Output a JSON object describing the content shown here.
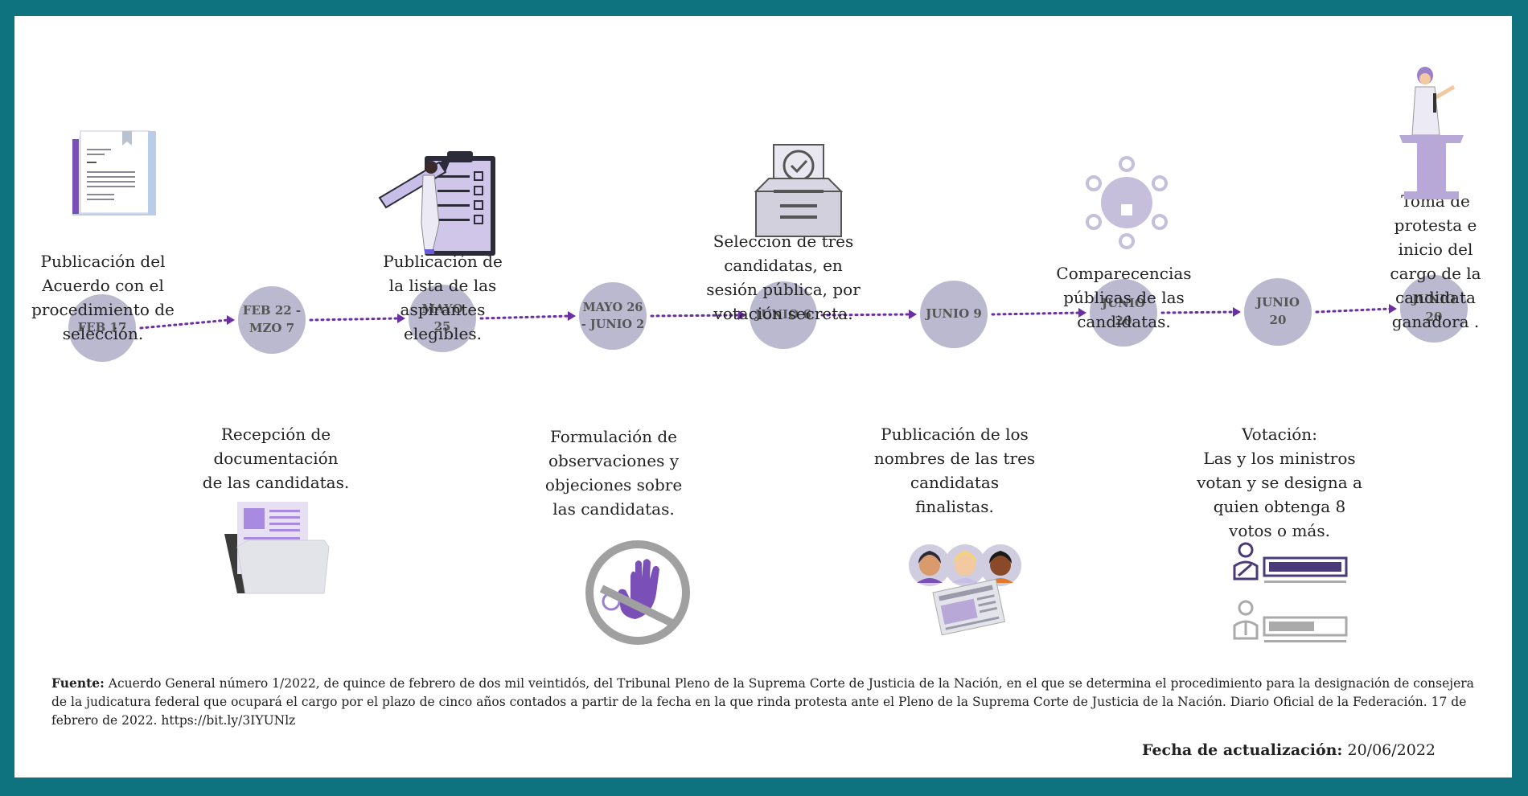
{
  "colors": {
    "frame": "#0e727f",
    "node": "#bbb9cf",
    "node_text": "#555555",
    "arrow": "#6b2ea3",
    "accent_purple": "#7b4fb8",
    "light_purple": "#b7a8d8"
  },
  "timeline": {
    "nodes": [
      {
        "date": "FEB 17",
        "label": "Publicación del\nAcuerdo  con el\nprocedimiento de\nselección.",
        "position": "above",
        "icon": "document-icon"
      },
      {
        "date": "FEB 22 -\nMZO  7",
        "label": "Recepción de\ndocumentación\nde las candidatas.",
        "position": "below",
        "icon": "folder-icon"
      },
      {
        "date": "MAYO\n25",
        "label": "Publicación de\nla lista de las\naspirantes\nelegibles.",
        "position": "above",
        "icon": "clipboard-checklist-icon"
      },
      {
        "date": "MAYO 26\n- JUNIO 2",
        "label": "Formulación de\nobservaciones y\nobjeciones sobre\nlas candidatas.",
        "position": "below",
        "icon": "stop-hand-icon"
      },
      {
        "date": "JUNIO 6",
        "label": "Selección de tres\ncandidatas, en\nsesión pública, por\nvotación secreta.",
        "position": "above",
        "icon": "ballot-box-icon"
      },
      {
        "date": "JUNIO 9",
        "label": "Publicación de los\nnombres de las tres\ncandidatas\nfinalistas.",
        "position": "below",
        "icon": "finalists-newspaper-icon"
      },
      {
        "date": "JUNIO\n20",
        "label": "Comparecencias\npúblicas de las\ncandidatas.",
        "position": "above",
        "icon": "meeting-table-icon"
      },
      {
        "date": "JUNIO\n20",
        "label": "Votación:\nLas y los ministros\nvotan y se designa a\nquien obtenga 8\nvotos o más.",
        "position": "below",
        "icon": "vote-results-icon"
      },
      {
        "date": "JUNIO\n20",
        "label": "Toma de\nprotesta e\ninicio del\ncargo de la\ncandidata\nganadora .",
        "position": "above",
        "icon": "podium-speaker-icon"
      }
    ]
  },
  "footer": {
    "source_label": "Fuente:",
    "source_text": " Acuerdo General número 1/2022, de quince de febrero de dos mil veintidós, del Tribunal Pleno de la Suprema Corte de Justicia de la Nación, en el que se determina el procedimiento para la designación de consejera de la judicatura federal que ocupará el cargo por el plazo de cinco años contados a partir de la fecha en la que rinda protesta ante el Pleno de la Suprema Corte de Justicia de la Nación. Diario Oficial de la Federación. 17 de febrero de 2022. https://bit.ly/3IYUNlz",
    "updated_label": "Fecha de actualización:",
    "updated_value": " 20/06/2022"
  }
}
